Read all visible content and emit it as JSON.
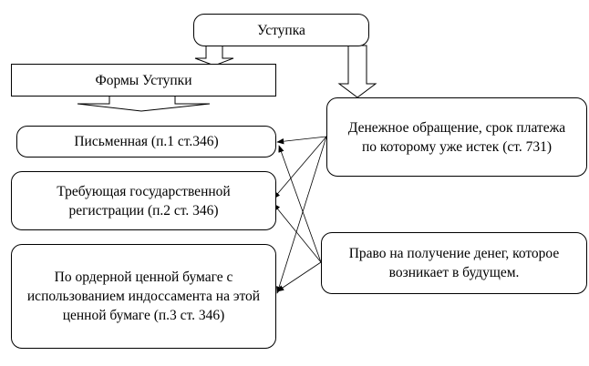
{
  "root": {
    "label": "Уступка"
  },
  "forms": {
    "label": "Формы Уступки"
  },
  "form_items": [
    {
      "label": "Письменная (п.1 ст.346)"
    },
    {
      "label": "Требующая государственной регистрации (п.2 ст. 346)"
    },
    {
      "label": "По ордерной ценной бумаге с использованием индоссамента на этой ценной бумаге (п.3 ст. 346)"
    }
  ],
  "objects": [
    {
      "label": "Денежное обращение, срок платежа по которому уже истек (ст. 731)"
    },
    {
      "label": "Право на получение денег, которое возникает в будущем."
    }
  ]
}
